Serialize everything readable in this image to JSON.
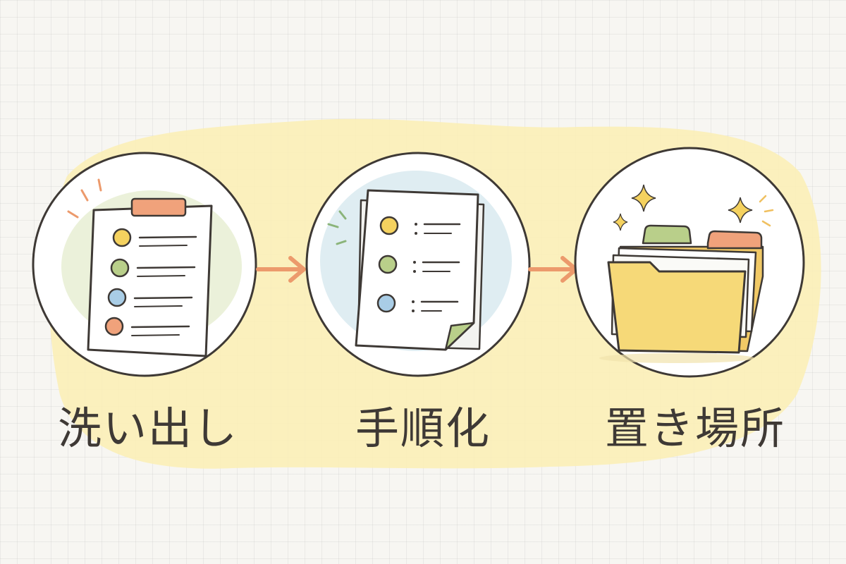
{
  "steps": [
    {
      "label": "洗い出し",
      "icon": "clipboard-checklist-icon"
    },
    {
      "label": "手順化",
      "icon": "procedure-document-icon"
    },
    {
      "label": "置き場所",
      "icon": "file-folder-icon"
    }
  ],
  "colors": {
    "background": "#f7f6f2",
    "blob": "#fbeeb4",
    "outline": "#3e3935",
    "arrow": "#ec9a6c",
    "yellow_dot": "#f5d25f",
    "green_dot": "#b9cf8a",
    "blue_dot": "#a9cde6",
    "orange_dot": "#f0a27b",
    "folder": "#f6d978",
    "circle1_fill": "#e9efd6",
    "circle2_fill": "#dcebf1"
  }
}
